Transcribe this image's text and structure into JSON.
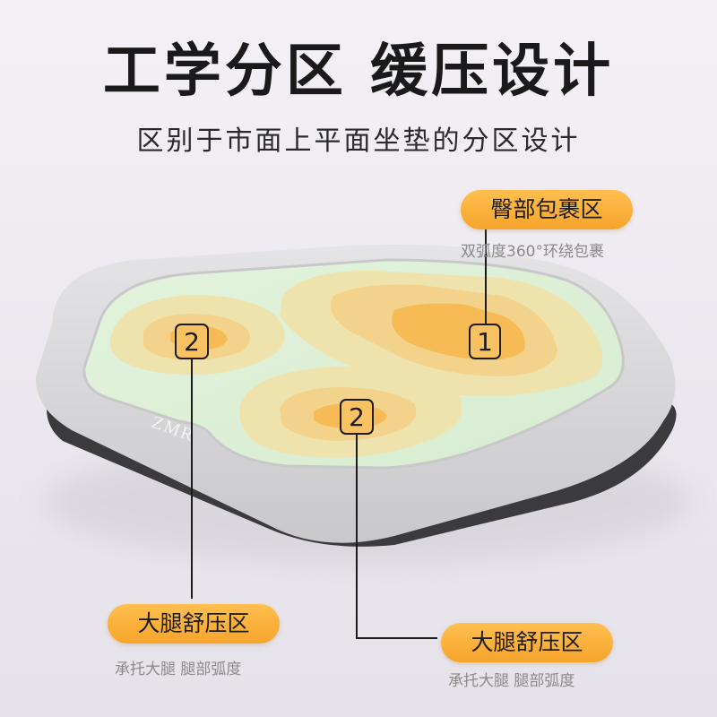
{
  "title": "工学分区 缓压设计",
  "subtitle": "区别于市面上平面坐垫的分区设计",
  "logo_text": "ZMR",
  "zones": [
    {
      "number": "1",
      "label": "臀部包裹区",
      "caption": "双弧度360°环绕包裹"
    },
    {
      "number": "2",
      "label": "大腿舒压区",
      "caption": "承托大腿 腿部弧度"
    },
    {
      "number": "2",
      "label": "大腿舒压区",
      "caption": "承托大腿 腿部弧度"
    }
  ],
  "colors": {
    "pill": "#f6a42b",
    "cushion_base": "#cfcfd1",
    "cushion_top": "#dff0d8",
    "zone_outer": "#f0e2a8",
    "zone_mid": "#f3cf82",
    "zone_inner": "#f6b64a"
  }
}
